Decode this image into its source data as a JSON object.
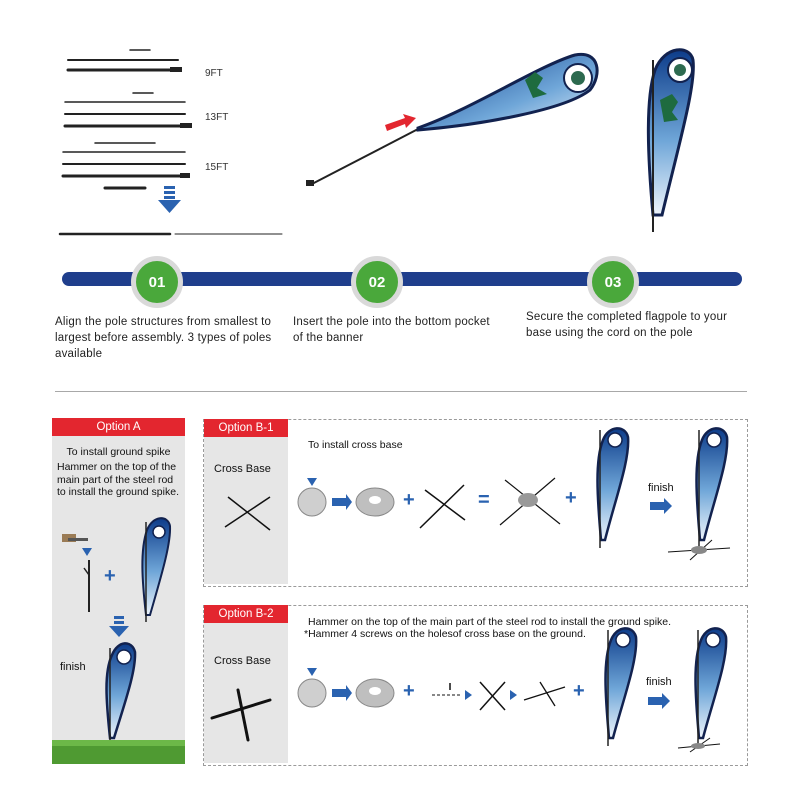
{
  "poles": {
    "labels": [
      "9FT",
      "13FT",
      "15FT"
    ]
  },
  "steps": [
    {
      "number": "01",
      "text": "Align the pole structures from smallest to largest before assembly. 3 types of poles available"
    },
    {
      "number": "02",
      "text": "Insert the pole into the bottom pocket of the banner"
    },
    {
      "number": "03",
      "text": "Secure the completed flagpole to your base using the cord on the pole"
    }
  ],
  "option_a": {
    "tab": "Option A",
    "title": "To install ground spike",
    "desc": "Hammer on the top of the main part of the steel rod to install the ground spike.",
    "finish": "finish"
  },
  "option_b1": {
    "tab": "Option B-1",
    "base_label": "Cross Base",
    "title": "To install cross base",
    "finish": "finish"
  },
  "option_b2": {
    "tab": "Option B-2",
    "base_label": "Cross Base",
    "line1": "Hammer on the top of the main part of the steel rod to install the ground spike.",
    "line2": "*Hammer 4 screws on the holesof cross base on the ground.",
    "finish": "finish"
  },
  "colors": {
    "timeline_blue": "#1f3e8c",
    "badge_green": "#4aa83b",
    "tab_red": "#e3262f",
    "arrow_blue": "#2a62b0",
    "flag_navy": "#12224f"
  }
}
